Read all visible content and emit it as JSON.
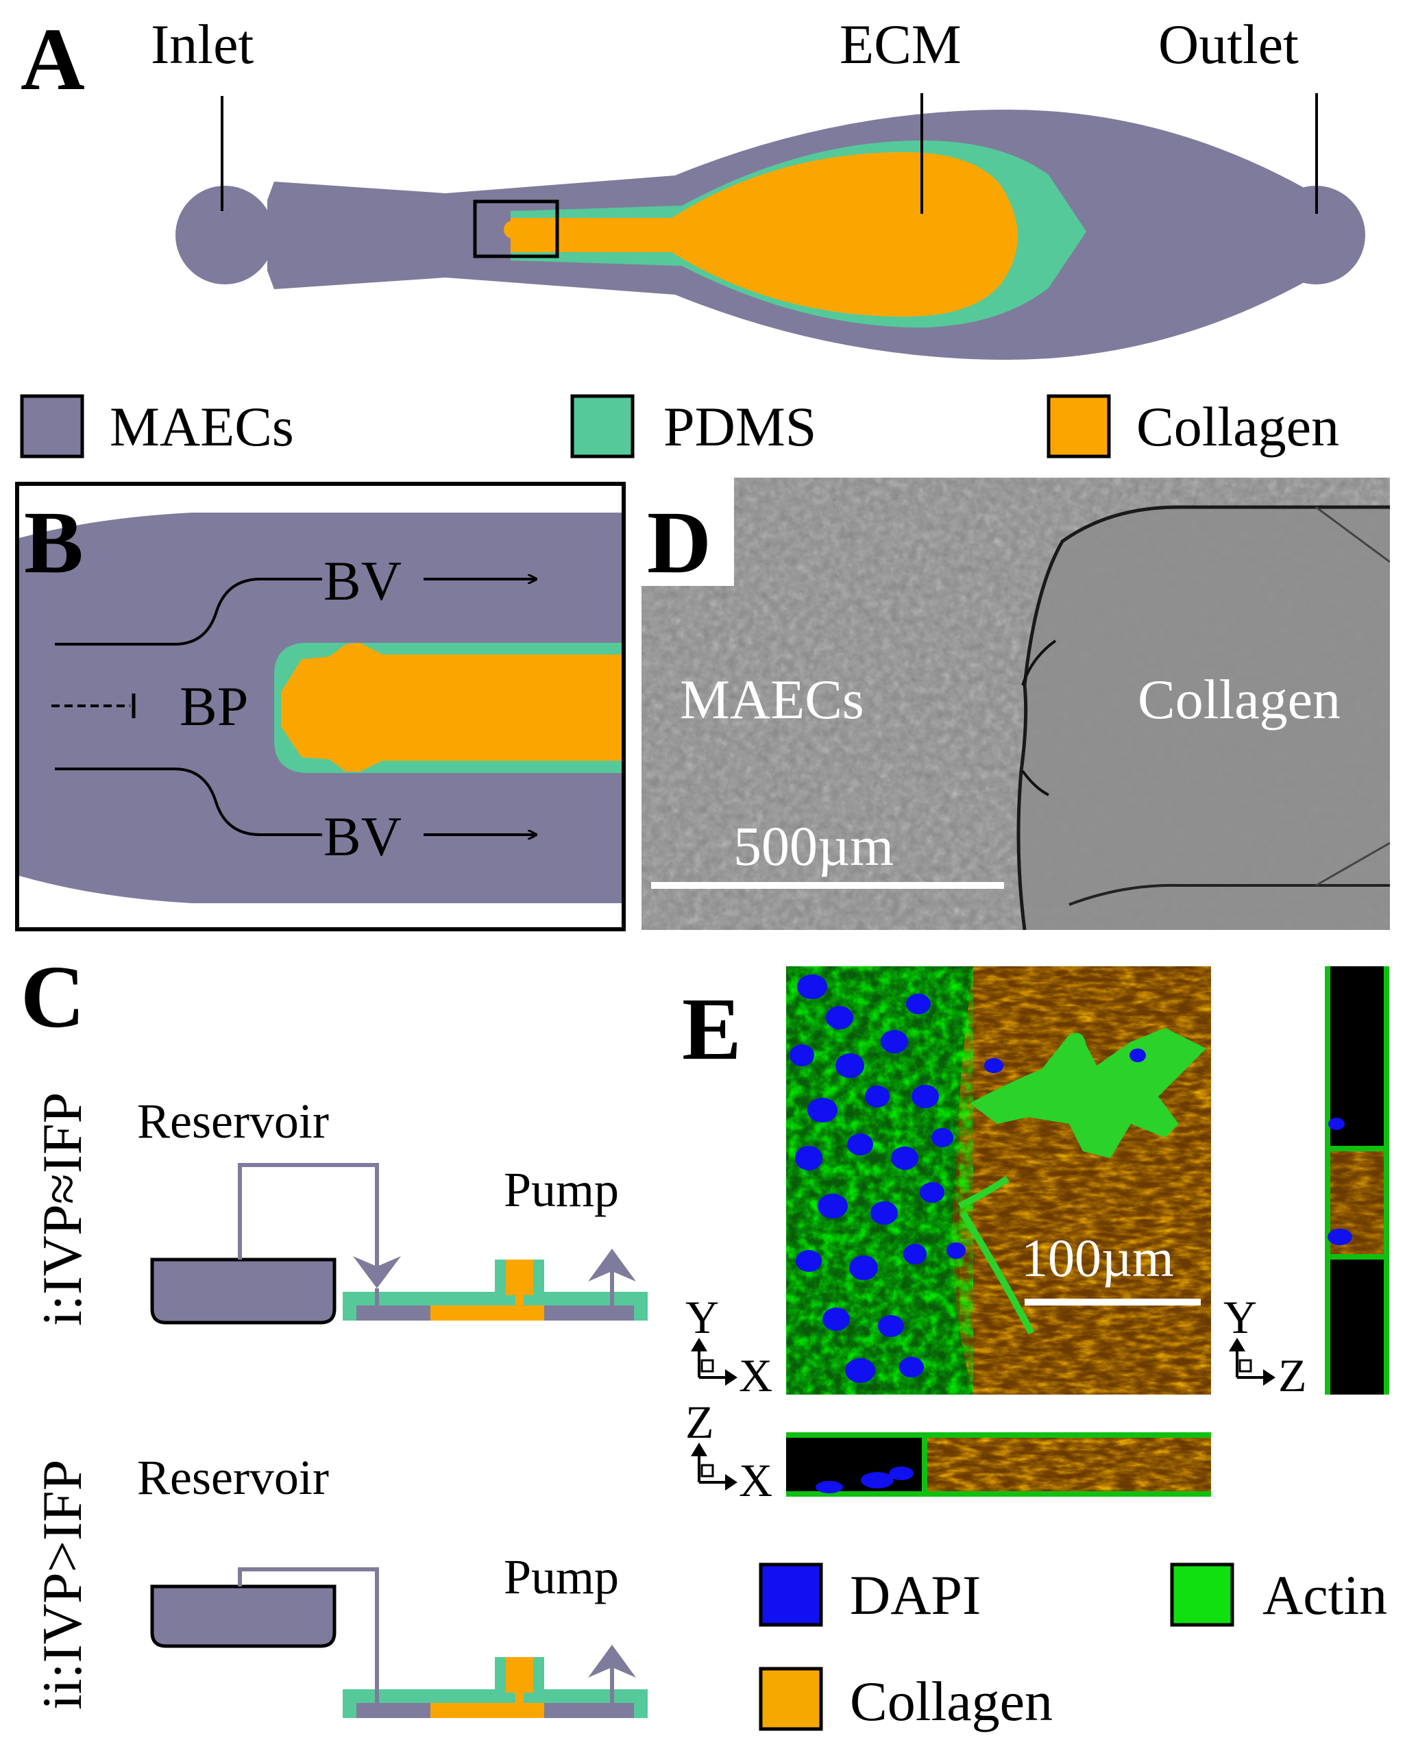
{
  "colors": {
    "maecs": "#7f7b9c",
    "pdms": "#55c99a",
    "collagen": "#fba600",
    "dapi": "#1010f0",
    "actin": "#10e010",
    "collagen_legend": "#f7a800",
    "microscope_bg": "#8a8a8a",
    "confocal_bg": "#000000",
    "ink": "#000000"
  },
  "panelA": {
    "letter": "A",
    "labels": {
      "inlet": "Inlet",
      "ecm": "ECM",
      "outlet": "Outlet"
    }
  },
  "legend1": {
    "items": [
      {
        "label": "MAECs",
        "color_key": "maecs"
      },
      {
        "label": "PDMS",
        "color_key": "pdms"
      },
      {
        "label": "Collagen",
        "color_key": "collagen"
      }
    ]
  },
  "panelB": {
    "letter": "B",
    "labels": {
      "bv_top": "BV",
      "bp": "BP",
      "bv_bottom": "BV"
    }
  },
  "panelC": {
    "letter": "C",
    "case_i": {
      "condition": "i:IVP≈IFP",
      "reservoir": "Reservoir",
      "pump": "Pump"
    },
    "case_ii": {
      "condition": "ii:IVP>IFP",
      "reservoir": "Reservoir",
      "pump": "Pump"
    }
  },
  "panelD": {
    "letter": "D",
    "labels": {
      "maecs": "MAECs",
      "collagen": "Collagen"
    },
    "scalebar": "500µm"
  },
  "panelE": {
    "letter": "E",
    "scalebar": "100µm",
    "axes_xy": {
      "up": "Y",
      "right": "X"
    },
    "axes_yz": {
      "up": "Y",
      "right": "Z"
    },
    "axes_xz": {
      "up": "Z",
      "right": "X"
    }
  },
  "legend2": {
    "items": [
      {
        "label": "DAPI",
        "color_key": "dapi"
      },
      {
        "label": "Actin",
        "color_key": "actin"
      },
      {
        "label": "Collagen",
        "color_key": "collagen_legend"
      }
    ]
  }
}
